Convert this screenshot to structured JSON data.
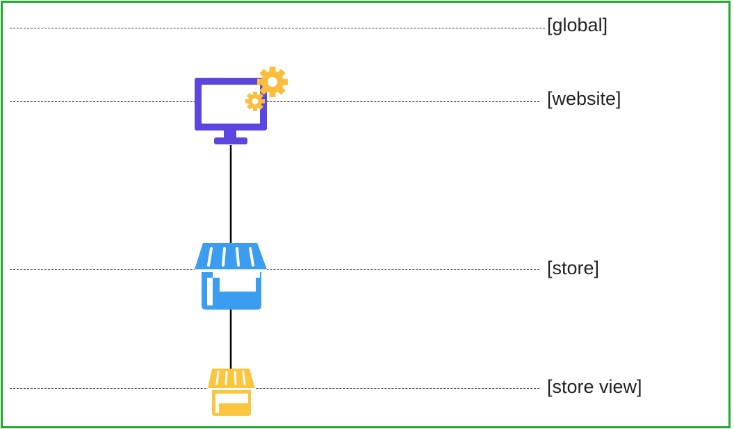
{
  "levels": {
    "global": {
      "label": "[global]"
    },
    "website": {
      "label": "[website]"
    },
    "store": {
      "label": "[store]"
    },
    "store_view": {
      "label": "[store view]"
    }
  },
  "colors": {
    "frame": "#22a82d",
    "monitor": "#5b47e0",
    "gear": "#fbbd3c",
    "store": "#3a9df0",
    "store_view": "#fbc53f",
    "connector": "#000000"
  },
  "icons": {
    "website": "monitor-gears-icon",
    "store": "shop-icon",
    "store_view": "small-shop-icon"
  }
}
